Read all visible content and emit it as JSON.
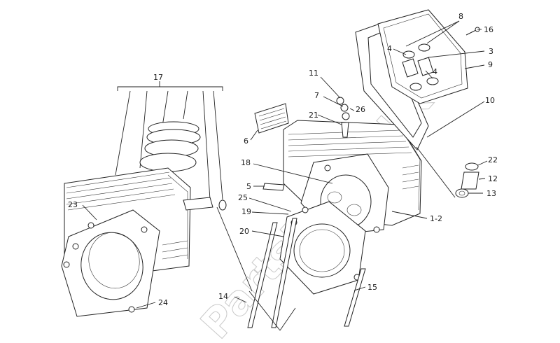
{
  "watermark": "PartsRepublik",
  "callouts": [
    {
      "id": "c1",
      "text": "17"
    },
    {
      "id": "c2",
      "text": "23"
    },
    {
      "id": "c3",
      "text": "24"
    },
    {
      "id": "c4",
      "text": "11"
    },
    {
      "id": "c5",
      "text": "7"
    },
    {
      "id": "c6",
      "text": "26"
    },
    {
      "id": "c7",
      "text": "21"
    },
    {
      "id": "c8",
      "text": "6"
    },
    {
      "id": "c9",
      "text": "18"
    },
    {
      "id": "c10",
      "text": "5"
    },
    {
      "id": "c11",
      "text": "25"
    },
    {
      "id": "c12",
      "text": "19"
    },
    {
      "id": "c13",
      "text": "20"
    },
    {
      "id": "c14",
      "text": "14"
    },
    {
      "id": "c15",
      "text": "15"
    },
    {
      "id": "c16",
      "text": "8"
    },
    {
      "id": "c17",
      "text": "16"
    },
    {
      "id": "c18",
      "text": "4"
    },
    {
      "id": "c19",
      "text": "3"
    },
    {
      "id": "c20",
      "text": "4"
    },
    {
      "id": "c21",
      "text": "9"
    },
    {
      "id": "c22",
      "text": "10"
    },
    {
      "id": "c23",
      "text": "22"
    },
    {
      "id": "c24",
      "text": "12"
    },
    {
      "id": "c25",
      "text": "13"
    },
    {
      "id": "c26",
      "text": "1-2"
    }
  ]
}
